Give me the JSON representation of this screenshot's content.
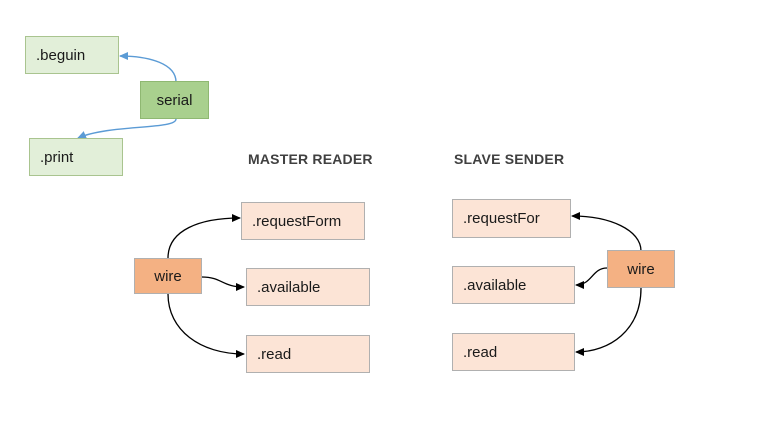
{
  "serial_group": {
    "node": "serial",
    "methods": [
      ".beguin",
      ".print"
    ]
  },
  "master": {
    "title": "MASTER READER",
    "node": "wire",
    "methods": [
      ".requestForm",
      ".available",
      ".read"
    ]
  },
  "slave": {
    "title": "SLAVE SENDER",
    "node": "wire",
    "methods": [
      ".requestFor",
      ".available",
      ".read"
    ]
  },
  "colors": {
    "serial_arrow": "#5b9bd5",
    "wire_arrow": "#000000",
    "method_fill_green": "#e2efd9",
    "node_fill_green": "#a9d08e",
    "method_fill_peach": "#fce4d6",
    "node_fill_peach": "#f4b183"
  }
}
